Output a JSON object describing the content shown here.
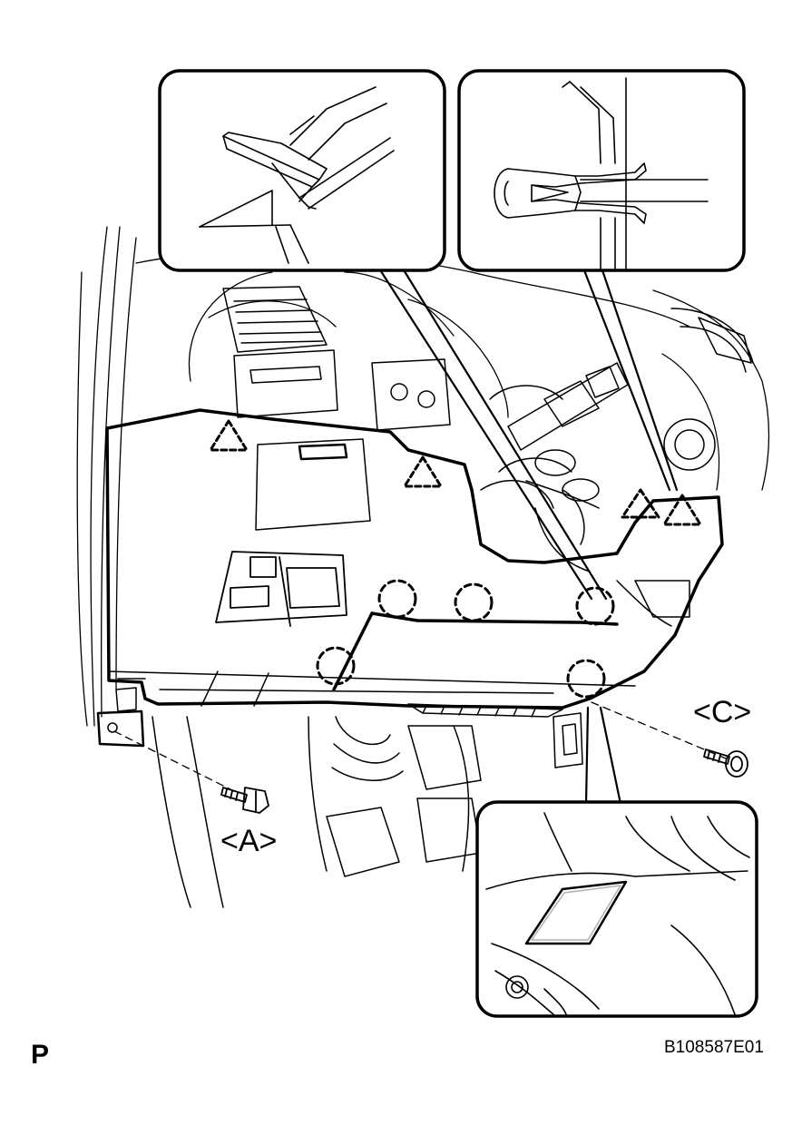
{
  "labels": {
    "bolt_a": "<A>",
    "screw_c": "<C>",
    "page_mark": "P",
    "figure_code": "B108587E01"
  },
  "legend_symbols": {
    "triangle": "dashed-triangle-icon",
    "circle": "dashed-circle-icon"
  },
  "colors": {
    "ink": "#000000",
    "paper": "#ffffff",
    "hatch": "#b0b0b0"
  }
}
